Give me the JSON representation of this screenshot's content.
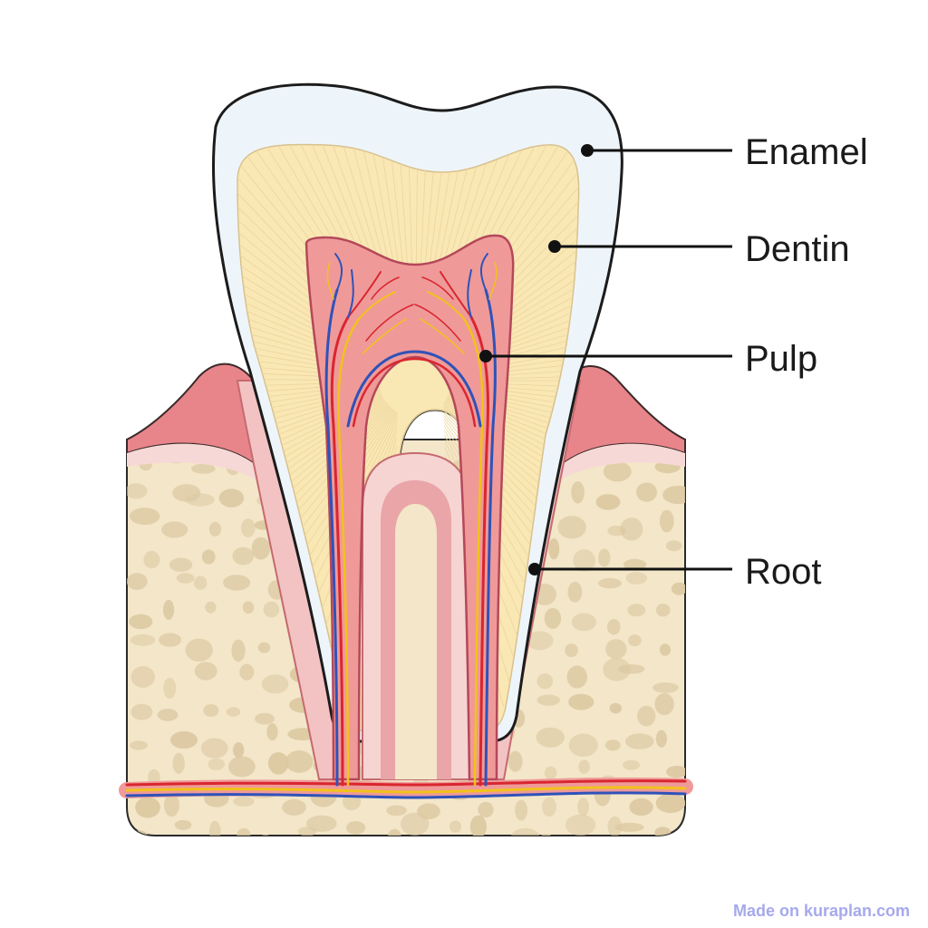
{
  "labels": [
    {
      "id": "enamel",
      "text": "Enamel"
    },
    {
      "id": "dentin",
      "text": "Dentin"
    },
    {
      "id": "pulp",
      "text": "Pulp"
    },
    {
      "id": "root",
      "text": "Root"
    }
  ],
  "watermark": "Made on kuraplan.com",
  "colors": {
    "enamel": "#eef5fa",
    "dentin": "#f9e7b4",
    "pulp": "#ef9a99",
    "gum": "#e8858a",
    "bone": "#f3e6c9",
    "bone_spots": "#dcc9a2",
    "artery": "#d9262f",
    "vein": "#2f52b9",
    "nerve": "#f2c21a"
  }
}
